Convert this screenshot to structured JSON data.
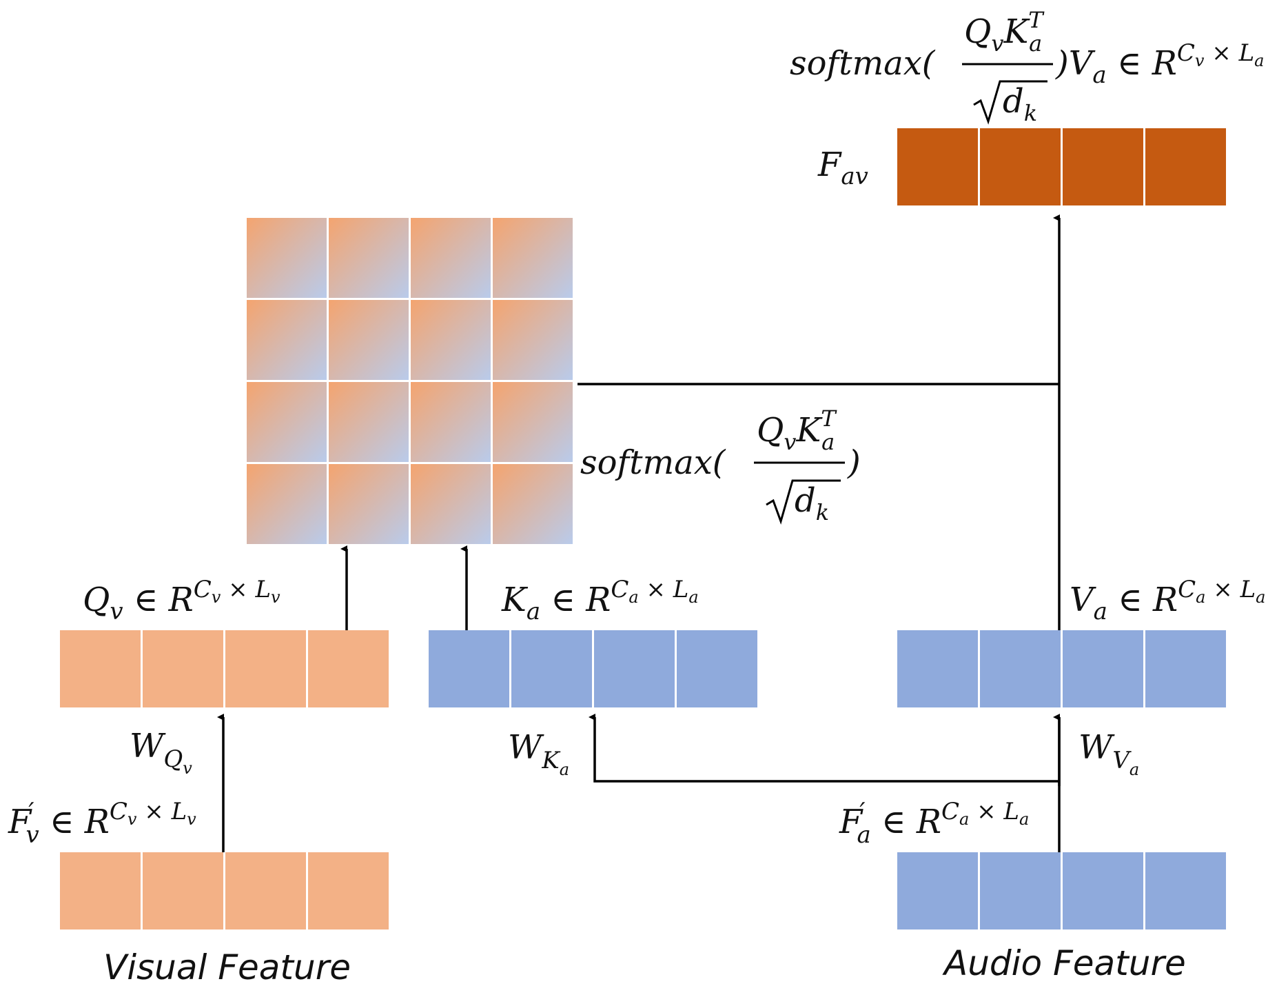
{
  "colors": {
    "visual": "#f3b186",
    "audio": "#8faadc",
    "output": "#c55a11",
    "att_a": "#f4a46f",
    "att_b": "#b9cbeb",
    "line": "#000000"
  },
  "labels": {
    "visual_feature": "Visual Feature",
    "audio_feature": "Audio Feature",
    "fv_prime": {
      "base": "F",
      "prime": "′",
      "sub": "v",
      "rel": " ∈ R",
      "sup_c": "C",
      "sup_c_sub": "v",
      "sup_x": " × ",
      "sup_l": "L",
      "sup_l_sub": "v"
    },
    "fa_prime": {
      "base": "F",
      "prime": "′",
      "sub": "a",
      "rel": " ∈ R",
      "sup_c": "C",
      "sup_c_sub": "a",
      "sup_x": " × ",
      "sup_l": "L",
      "sup_l_sub": "a"
    },
    "w_qv": {
      "base": "W",
      "sub": "Q",
      "subsub": "v"
    },
    "w_ka": {
      "base": "W",
      "sub": "K",
      "subsub": "a"
    },
    "w_va": {
      "base": "W",
      "sub": "V",
      "subsub": "a"
    },
    "qv": {
      "base": "Q",
      "sub": "v",
      "rel": " ∈ R",
      "sup_c": "C",
      "sup_c_sub": "v",
      "sup_x": " × ",
      "sup_l": "L",
      "sup_l_sub": "v"
    },
    "ka": {
      "base": "K",
      "sub": "a",
      "rel": " ∈ R",
      "sup_c": "C",
      "sup_c_sub": "a",
      "sup_x": " × ",
      "sup_l": "L",
      "sup_l_sub": "a"
    },
    "va": {
      "base": "V",
      "sub": "a",
      "rel": " ∈ R",
      "sup_c": "C",
      "sup_c_sub": "a",
      "sup_x": " × ",
      "sup_l": "L",
      "sup_l_sub": "a"
    },
    "softmax": {
      "fn": "softmax(",
      "num_q": "Q",
      "num_q_sub": "v",
      "num_k": "K",
      "num_k_sup": "T",
      "num_k_sub": "a",
      "den": "d",
      "den_sub": "k",
      "close": ")"
    },
    "output_formula": {
      "fn": "softmax(",
      "num_q": "Q",
      "num_q_sub": "v",
      "num_k": "K",
      "num_k_sup": "T",
      "num_k_sub": "a",
      "den": "d",
      "den_sub": "k",
      "close": ")",
      "tail_v": "V",
      "tail_v_sub": "a",
      "rel": " ∈ R",
      "sup_c": "C",
      "sup_c_sub": "v",
      "sup_x": " × ",
      "sup_l": "L",
      "sup_l_sub": "a"
    },
    "fav": {
      "base": "F",
      "sub": "av"
    }
  }
}
